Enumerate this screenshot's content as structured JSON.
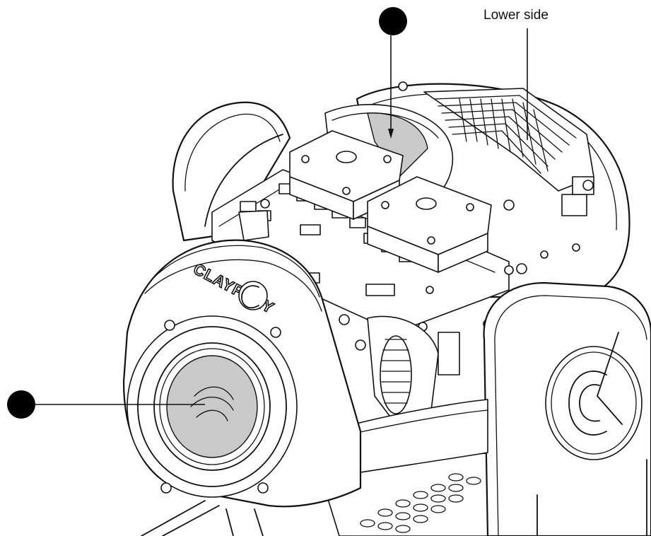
{
  "callouts": {
    "top_marker": {
      "label": ""
    },
    "left_marker": {
      "label": ""
    },
    "lower_side": {
      "label": "Lower side"
    }
  },
  "brand": {
    "logo_text": "CLAYPAKY"
  },
  "colors": {
    "outline": "#111111",
    "filter_glass": "#c9c9c9",
    "marker": "#000000",
    "background": "#ffffff"
  },
  "icons": {
    "marker": "filled-circle-marker",
    "logo": "claypaky-c-logo"
  }
}
